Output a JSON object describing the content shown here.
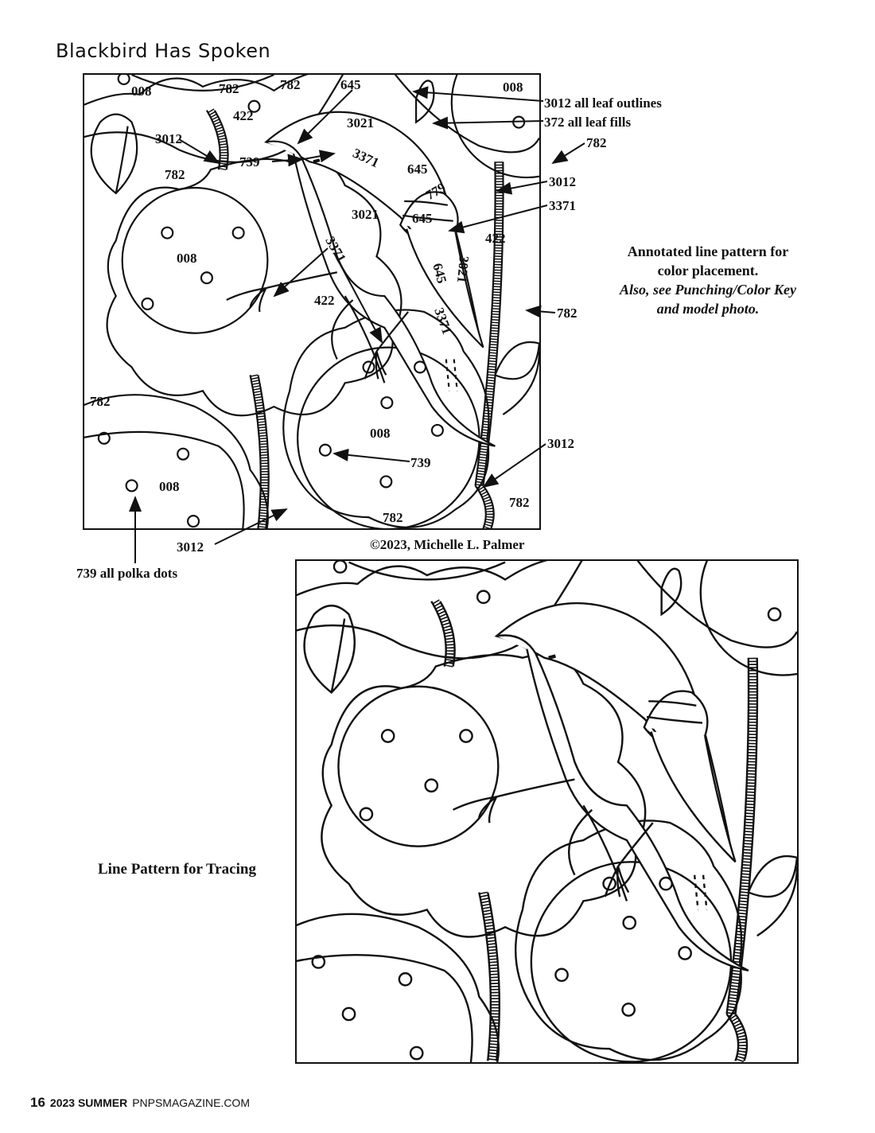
{
  "title": "Blackbird Has Spoken",
  "annotated_panel": {
    "region_labels": [
      "008",
      "782",
      "782",
      "645",
      "008",
      "422",
      "3021",
      "3012",
      "739",
      "3371",
      "782",
      "645",
      "779",
      "3021",
      "645",
      "008",
      "3371",
      "422",
      "645",
      "3021",
      "422",
      "3371",
      "782",
      "008",
      "739",
      "008",
      "782",
      "782"
    ],
    "callouts": {
      "leaf_outlines": "3012 all leaf outlines",
      "leaf_fills": "372 all leaf fills",
      "right_782_top": "782",
      "right_3012": "3012",
      "right_3371": "3371",
      "right_782_mid": "782",
      "right_3012_low": "3012",
      "bottom_3012": "3012",
      "polka_dots": "739 all polka dots"
    }
  },
  "copyright": "©2023, Michelle L. Palmer",
  "note": {
    "line1": "Annotated line pattern for",
    "line2": "color placement.",
    "line3": "Also, see Punching/Color Key",
    "line4": "and model photo."
  },
  "tracing_label": "Line Pattern for Tracing",
  "footer": {
    "page_number": "16",
    "issue": "2023 SUMMER",
    "site": "PNPSMAGAZINE.COM"
  }
}
